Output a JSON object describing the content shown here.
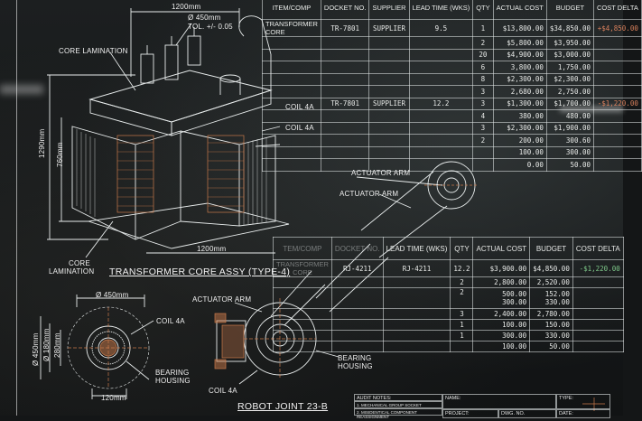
{
  "transformer_drawing": {
    "title": "TRANSFORMER CORE ASSY (TYPE-4)",
    "labels": {
      "top_width": "1200mm",
      "diameter": "Ø 450mm",
      "tolerance": "TOL. +/- 0.05",
      "core_lamination_top": "CORE LAMINATION",
      "coil_4a_1": "COIL 4A",
      "coil_4a_2": "COIL 4A",
      "height_outer": "1290mm",
      "height_inner": "760mm",
      "bottom_width": "1200mm",
      "core_lamination_bottom_1": "CORE",
      "core_lamination_bottom_2": "LAMINATION"
    }
  },
  "bearing_drawing": {
    "labels": {
      "diameter_top": "Ø 450mm",
      "coil": "COIL 4A",
      "dia_450": "Ø 450mm",
      "dia_180": "Ø 180mm",
      "dim_280": "280mm",
      "bearing_1": "BEARING",
      "bearing_2": "HOUSING",
      "bottom_width": "120mm"
    }
  },
  "robot_joint_drawing": {
    "title": "ROBOT JOINT 23-B",
    "labels": {
      "actuator_arm_1": "ACTUATOR ARM",
      "actuator_arm_2": "ACTUATOR ARM",
      "actuator_arm_3": "ACTUATOR ARM",
      "coil": "COIL 4A",
      "bearing_1": "BEARING",
      "bearing_2": "HOUSING"
    }
  },
  "bom_table_top": {
    "headers": [
      "ITEM/COMP",
      "DOCKET NO.",
      "SUPPLIER",
      "LEAD TIME (WKS)",
      "QTY",
      "ACTUAL COST",
      "BUDGET",
      "COST DELTA"
    ],
    "rows": [
      {
        "item": "TRANSFORMER CORE",
        "docket": "TR-7801",
        "supplier": "SUPPLIER",
        "lead": "9.5",
        "qty": "1",
        "actual": "$13,800.00",
        "budget": "$34,850.00",
        "delta": "+$4,850.00"
      },
      {
        "item": "",
        "docket": "",
        "supplier": "",
        "lead": "",
        "qty": "2",
        "actual": "$5,800.00",
        "budget": "$3,950.00",
        "delta": ""
      },
      {
        "item": "",
        "docket": "",
        "supplier": "",
        "lead": "",
        "qty": "20",
        "actual": "$4,900.00",
        "budget": "$3,000.00",
        "delta": ""
      },
      {
        "item": "",
        "docket": "",
        "supplier": "",
        "lead": "",
        "qty": "6",
        "actual": "3,800.00",
        "budget": "1,750.00",
        "delta": ""
      },
      {
        "item": "",
        "docket": "",
        "supplier": "",
        "lead": "",
        "qty": "8",
        "actual": "$2,300.00",
        "budget": "$2,300.00",
        "delta": ""
      },
      {
        "item": "",
        "docket": "",
        "supplier": "",
        "lead": "",
        "qty": "3",
        "actual": "2,680.00",
        "budget": "2,750.00",
        "delta": ""
      },
      {
        "item": "",
        "docket": "TR-7801",
        "supplier": "SUPPLIER",
        "lead": "12.2",
        "qty": "3",
        "actual": "$1,300.00",
        "budget": "$1,700.00",
        "delta": "-$1,220.00"
      },
      {
        "item": "",
        "docket": "",
        "supplier": "",
        "lead": "",
        "qty": "4",
        "actual": "380.00",
        "budget": "480.00",
        "delta": ""
      },
      {
        "item": "",
        "docket": "",
        "supplier": "",
        "lead": "",
        "qty": "3",
        "actual": "$2,300.00",
        "budget": "$1,900.00",
        "delta": ""
      },
      {
        "item": "",
        "docket": "",
        "supplier": "",
        "lead": "",
        "qty": "2",
        "actual": "200.00",
        "budget": "300.60",
        "delta": ""
      },
      {
        "item": "",
        "docket": "",
        "supplier": "",
        "lead": "",
        "qty": "",
        "actual": "100.00",
        "budget": "300.00",
        "delta": ""
      },
      {
        "item": "",
        "docket": "",
        "supplier": "",
        "lead": "",
        "qty": "",
        "actual": "0.00",
        "budget": "50.00",
        "delta": ""
      }
    ]
  },
  "bom_table_bottom": {
    "headers": [
      "TEM/COMP",
      "DOCKET NO.",
      "LEAD TIME (WKS)",
      "QTY",
      "ACTUAL COST",
      "BUDGET",
      "COST DELTA"
    ],
    "rows": [
      {
        "item": "TRANSFORMER CORE",
        "docket": "RJ-4211",
        "supplier": "RJ-4211",
        "lead": "12.2",
        "actual": "$3,900.00",
        "budget": "$4,850.00",
        "delta": "-$1,220.00"
      },
      {
        "item": "",
        "docket": "",
        "supplier": "",
        "lead": "2",
        "actual": "2,800.00",
        "budget": "2,520.00",
        "delta": ""
      },
      {
        "item": "",
        "docket": "",
        "supplier": "",
        "lead": "2",
        "actual": "500.00 / 300.00",
        "budget": "152.00 / 330.00",
        "delta": ""
      },
      {
        "item": "",
        "docket": "",
        "supplier": "",
        "lead": "3",
        "actual": "2,400.00",
        "budget": "2,780.00",
        "delta": ""
      },
      {
        "item": "",
        "docket": "",
        "supplier": "",
        "lead": "1",
        "actual": "100.00",
        "budget": "150.00",
        "delta": ""
      },
      {
        "item": "",
        "docket": "",
        "supplier": "",
        "lead": "1",
        "actual": "300.00",
        "budget": "330.00",
        "delta": ""
      },
      {
        "item": "",
        "docket": "",
        "supplier": "",
        "lead": "",
        "actual": "100.00",
        "budget": "50.00",
        "delta": ""
      }
    ]
  },
  "title_block": {
    "audit_notes": "AUDIT NOTES:",
    "note_1": "1. MECHANICAL GROUP SOCKET",
    "note_2": "2. MISIDENTICAL COMPONENT REASSIGNMENT",
    "name": "NAME:",
    "type": "TYPE:",
    "project": "PROJECT:",
    "dwg_no": "DWG. NO.",
    "date": "DATE:"
  },
  "colors": {
    "line": "#e8ecec",
    "copper": "#c9794a",
    "red_delta": "#d9805c",
    "green_delta": "#7fc98a"
  }
}
